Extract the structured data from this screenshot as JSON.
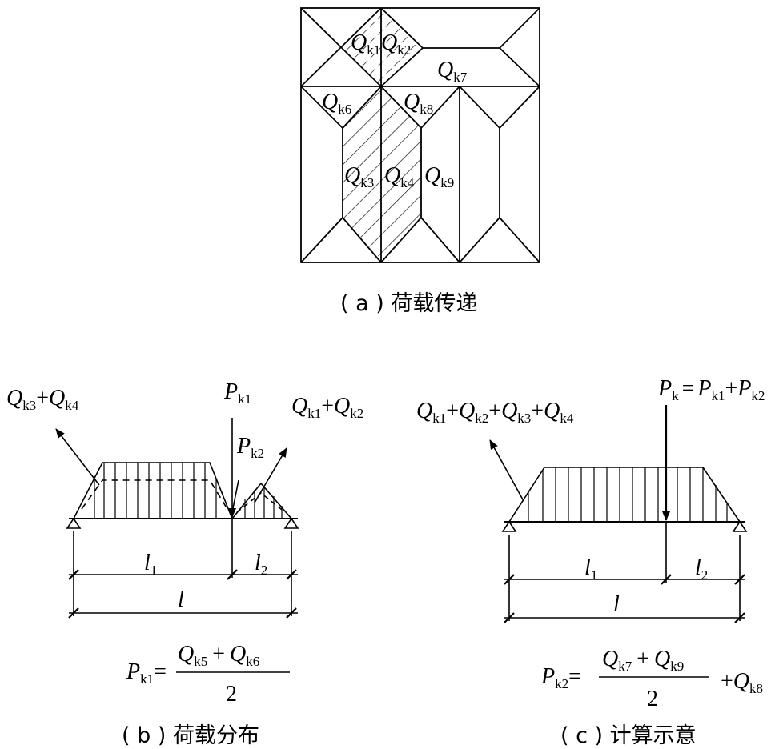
{
  "captions": {
    "a": "( a ) 荷载传递",
    "b": "( b ) 荷载分布",
    "c": "( c ) 计算示意"
  },
  "plan_labels": {
    "k1": {
      "main": "Q",
      "sub": "k1"
    },
    "k2": {
      "main": "Q",
      "sub": "k2"
    },
    "k7": {
      "main": "Q",
      "sub": "k7"
    },
    "k6": {
      "main": "Q",
      "sub": "k6"
    },
    "k8": {
      "main": "Q",
      "sub": "k8"
    },
    "k3": {
      "main": "Q",
      "sub": "k3"
    },
    "k4": {
      "main": "Q",
      "sub": "k4"
    },
    "k9": {
      "main": "Q",
      "sub": "k9"
    }
  },
  "diagram_b": {
    "load_left": "Q k3 + Q k4",
    "load_right": "Q k1 + Q k2",
    "point_load_1": {
      "main": "P",
      "sub": "k1"
    },
    "point_load_2": {
      "main": "P",
      "sub": "k2"
    },
    "span_1": {
      "main": "l",
      "sub": "1"
    },
    "span_2": {
      "main": "l",
      "sub": "2"
    },
    "span_total": "l",
    "formula": {
      "lhs_main": "P",
      "lhs_sub": "k1",
      "eq": "=",
      "num_a_main": "Q",
      "num_a_sub": "k5",
      "plus": "+",
      "num_b_main": "Q",
      "num_b_sub": "k6",
      "den": "2"
    }
  },
  "diagram_c": {
    "load_left": "Q k1 + Q k2 + Q k3 + Q k4",
    "point_load": "P k = P k1 + P k2",
    "span_1": {
      "main": "l",
      "sub": "1"
    },
    "span_2": {
      "main": "l",
      "sub": "2"
    },
    "span_total": "l",
    "formula": {
      "lhs_main": "P",
      "lhs_sub": "k2",
      "eq": "=",
      "num_a_main": "Q",
      "num_a_sub": "k7",
      "plus": "+",
      "num_b_main": "Q",
      "num_b_sub": "k9",
      "den": "2",
      "tail_plus": "+",
      "tail_main": "Q",
      "tail_sub": "k8"
    }
  },
  "ql": {
    "q": "Q",
    "p": "P",
    "plus": "+",
    "eq": "=",
    "k1": "k1",
    "k2": "k2",
    "k3": "k3",
    "k4": "k4",
    "k": "k"
  }
}
